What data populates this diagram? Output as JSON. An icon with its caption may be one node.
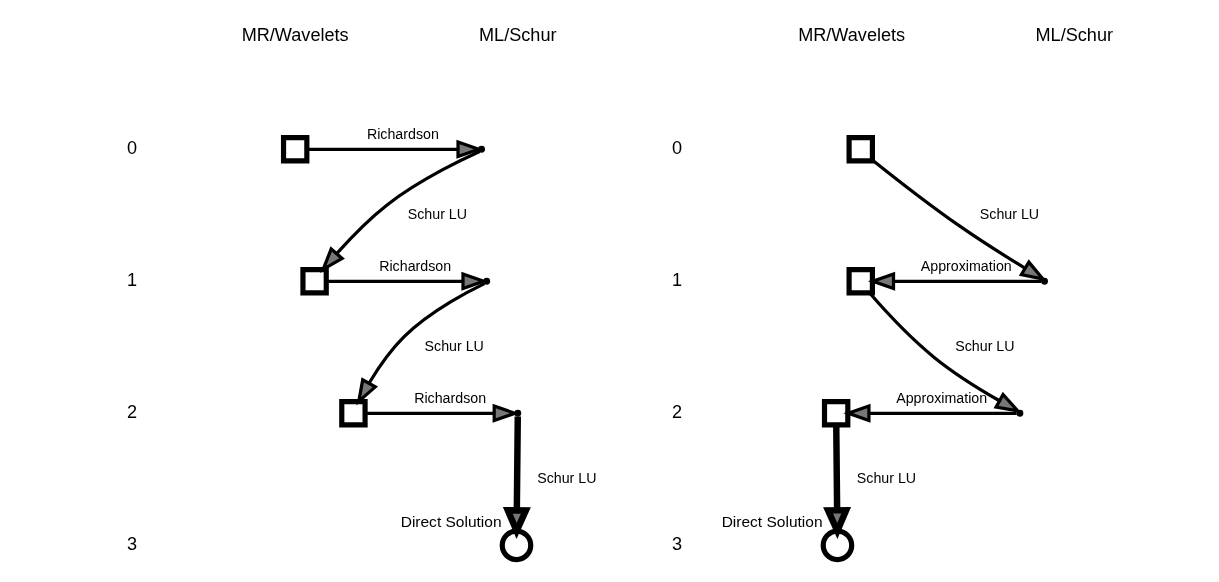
{
  "diagram": {
    "nodes": [
      {
        "text": [],
        "shape": "box"
      },
      {
        "text": [],
        "shape": "point"
      },
      {
        "text": [],
        "shape": "box"
      },
      {
        "text": [],
        "shape": "point"
      },
      {
        "text": [],
        "shape": "box"
      },
      {
        "text": [],
        "shape": "point"
      },
      {
        "text": [],
        "shape": "circle",
        "beside": [
          "Direct Solution"
        ]
      },
      {
        "text": [],
        "shape": "box"
      },
      {
        "text": [],
        "shape": "box"
      },
      {
        "text": [],
        "shape": "point"
      },
      {
        "text": [],
        "shape": "box"
      },
      {
        "text": [],
        "shape": "point"
      },
      {
        "text": [],
        "shape": "circle",
        "beside": [
          "Direct Solution"
        ]
      }
    ],
    "edges": [
      {
        "from": 0,
        "to": 1,
        "arrow": "to",
        "label": "Richardson"
      },
      {
        "from": 1,
        "to": 2,
        "arrow": "to",
        "label": "Schur LU"
      },
      {
        "from": 2,
        "to": 3,
        "arrow": "to",
        "label": "Richardson"
      },
      {
        "from": 3,
        "to": 4,
        "arrow": "to",
        "label": "Schur LU"
      },
      {
        "from": 4,
        "to": 5,
        "arrow": "to",
        "label": "Richardson"
      },
      {
        "from": 5,
        "to": 6,
        "arrow": "to",
        "label": "Schur LU",
        "style": "thick"
      },
      {
        "from": 7,
        "to": 9,
        "arrow": "to",
        "label": "Schur LU"
      },
      {
        "from": 9,
        "to": 8,
        "arrow": "to",
        "label": "Approximation"
      },
      {
        "from": 8,
        "to": 11,
        "arrow": "to",
        "label": "Schur LU"
      },
      {
        "from": 11,
        "to": 10,
        "arrow": "to",
        "label": "Approximation"
      },
      {
        "from": 10,
        "to": 12,
        "arrow": "to",
        "label": "Schur LU",
        "style": "thick"
      }
    ],
    "labels": [
      "MR/Wavelets",
      "ML/Schur",
      "0",
      "1",
      "2",
      "3",
      "MR/Wavelets",
      "ML/Schur",
      "0",
      "1",
      "2",
      "3"
    ]
  }
}
